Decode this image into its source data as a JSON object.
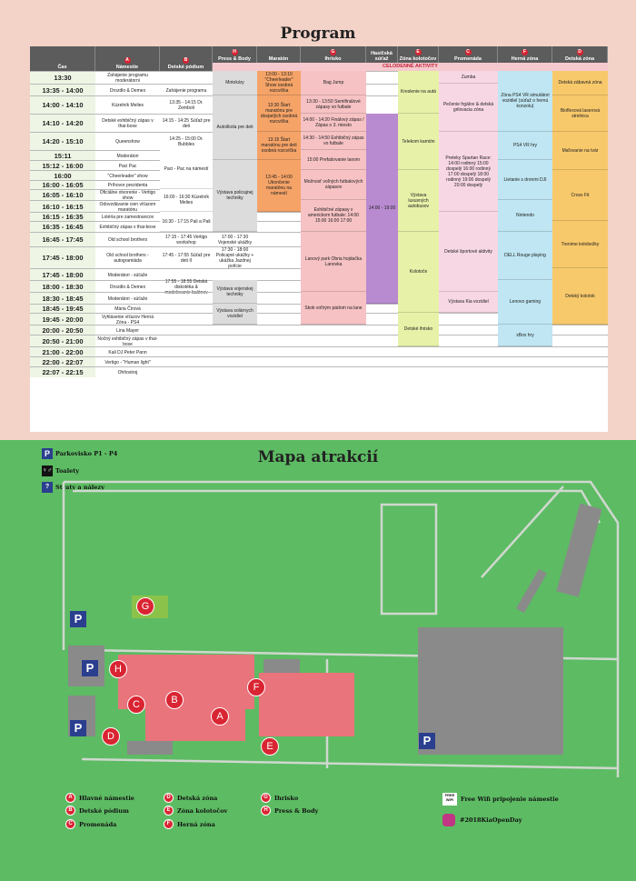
{
  "program_title": "Program",
  "map_title": "Mapa atrakcií",
  "band_label": "CELODENNÉ AKTIVITY",
  "columns": [
    {
      "label": "Čas",
      "letter": ""
    },
    {
      "label": "Námestie",
      "letter": "A"
    },
    {
      "label": "Detské pódium",
      "letter": "B"
    },
    {
      "label": "Press & Body",
      "letter": "H"
    },
    {
      "label": "Maratón",
      "letter": ""
    },
    {
      "label": "Ihrisko",
      "letter": "G"
    },
    {
      "label": "Hasičská súťaž",
      "letter": ""
    },
    {
      "label": "Zóna kolotočov",
      "letter": "E"
    },
    {
      "label": "Promenáda",
      "letter": "C"
    },
    {
      "label": "Herná zóna",
      "letter": "F"
    },
    {
      "label": "Detská zóna",
      "letter": "D"
    }
  ],
  "rows": [
    {
      "time": "13:30",
      "namestie": "Zahájenie programu moderátorni"
    },
    {
      "time": "13:35 - 14:00",
      "namestie": "Drozdlo & Demex",
      "podium": "Zahájenie programu"
    },
    {
      "time": "14:00 - 14:10",
      "namestie": "Kúzelník Melies",
      "podium": "13:35 - 14:15 Dr. Zemboli"
    },
    {
      "time": "14:10 - 14:20",
      "namestie": "Detské exhibičný zápas v thai-boxe",
      "podium": "14:15 - 14:25 Súťaž pre deti"
    },
    {
      "time": "14:20 - 15:10",
      "namestie": "Queenshow",
      "podium": "14:25 - 15:00 Dr. Bubbles"
    },
    {
      "time": "15:11",
      "namestie": "Moderátori"
    },
    {
      "time": "15:12 - 16:00",
      "namestie": "Paci Pac"
    },
    {
      "time": "16:00",
      "namestie": "\"Cheerleader\" show"
    },
    {
      "time": "16:00 - 16:05",
      "namestie": "Príhovor prezidenta"
    },
    {
      "time": "16:05 - 16:10",
      "namestie": "Oficiálne otvorenie - Vertigo show"
    },
    {
      "time": "16:10 - 16:15",
      "namestie": "Odovzdávanie cien víťazom maratónu"
    },
    {
      "time": "16:15 - 16:35",
      "namestie": "Lotéria pre zamestnancov"
    },
    {
      "time": "16:35 - 16:45",
      "namestie": "Exhibičný zápas v thai-boxe"
    },
    {
      "time": "16:45 - 17:45",
      "namestie": "Old school brothers",
      "podium": "17:15 - 17:45 Vertigo workshop",
      "press": "17:00 - 17:30 Vojenské ukážky"
    },
    {
      "time": "17:45 - 18:00",
      "namestie": "Old school brothers - autogramiáda",
      "podium": "17:45 - 17:55 Súťaž pre deti II",
      "press": "17:30 - 18:00 Policajné ukážky + ukážka Jazdnej polície"
    },
    {
      "time": "17:45 - 18:00",
      "namestie": "Moderátori - súťaže"
    },
    {
      "time": "18:00 - 18:30",
      "namestie": "Drozdlo & Demex",
      "podium": "17:55 - 18:55 Detská diskotéka & modelovanie balónov"
    },
    {
      "time": "18:30 - 18:45",
      "namestie": "Moderátori - súťaže"
    },
    {
      "time": "18:45 - 19:45",
      "namestie": "Mária Čírová"
    },
    {
      "time": "19:45 - 20:00",
      "namestie": "Vyhlásenie víťazov Herná Zóna - PS4"
    },
    {
      "time": "20:00 - 20:50",
      "namestie": "Lina Mayer"
    },
    {
      "time": "20:50 - 21:00",
      "namestie": "Nočný exhibičný zápas v thai-boxe"
    },
    {
      "time": "21:00 - 22:00",
      "namestie": "Kali DJ Peter Pann"
    },
    {
      "time": "22:00 - 22:07",
      "namestie": "Vertigo - \"Human light\""
    },
    {
      "time": "22:07 - 22:15",
      "namestie": "Ohňostroj"
    }
  ],
  "blocks": {
    "podium_pacipac": "Paci - Pac na námestí",
    "podium_kuzelnik": "16:00 - 16:30 Kúzelník Melies",
    "podium_palipali": "16:30 - 17:15 Pali a Pali",
    "press_motokary": "Motokáry",
    "press_autoskola": "Autoškola pre deti",
    "press_vystava_pol": "Výstava policajnej techniky",
    "press_vystava_voj": "Výstava vojenskej techniky",
    "press_vystava_sol": "Výstava solárnych vozidiel",
    "mar_1": "13:00 - 13:10 \"Cheerleader\" Show osobná rozcvička",
    "mar_2": "13:30 Štart maratónu pre dospelých osobná rozcvička",
    "mar_3": "13:15 Štart maratónu pre deti osobná rozcvička",
    "mar_4": "13:45 - 14:00 Ukončenie maratónu na námestí",
    "ih_1": "Bag Jump",
    "ih_2": "13:30 - 13:50 Semifinálové zápasy vo futbale",
    "ih_3": "14:00 - 14:20 Finálový zápas / Zápas o 3. miesto",
    "ih_4": "14:30 - 14:50 Exhibičný zápas vo futbale",
    "ih_5": "15:00 Prefašovanie lanom",
    "ih_6": "Možnosť voľných futbalových zápasov",
    "ih_7": "Exhibičné zápasy v americkom futbale: 14:00 15:00 16:00 17:00",
    "ih_8": "Lanový park Obria hojdačka Lanovka",
    "ih_9": "Skok voľným pádom na lane",
    "has_1": "14:00 - 19:00",
    "zk_1": "Kreslenie na autá",
    "zk_2": "Telekom kamión",
    "zk_3": "Výstava luxusných autobusov",
    "zk_4": "Kolotoče",
    "zk_5": "Detské ihrisko",
    "pr_1": "Zumba",
    "pr_2": "Pečenie frgálov & detská grilovacia zóna",
    "pr_3": "Preteky Spartan Race: 14:00 rodinný 15:00 dospelý 16:00 rodinný 17:00 dospelý 18:00 rodinný 19:00 dospelý 20:00 dospelý",
    "pr_4": "Detské športové aktivity",
    "pr_5": "Výstava Kia vozidiel",
    "hz_1": "Zóna PS4 VR simulátori vozidiel (súťaž o hernú konzolu)",
    "hz_2": "PS4 VR hry",
    "hz_3": "Lietanie s dronmi DJI",
    "hz_4": "Nintendo",
    "hz_5": "DELL Rouge playing",
    "hz_6": "Lenovo gaming",
    "hz_7": "xBox hry",
    "dz_1": "Detská zábavná zóna",
    "dz_2": "Bioflexová laserová strelnica",
    "dz_3": "Maľovanie na tvár",
    "dz_4": "Cross Fit",
    "dz_5": "Trenime kolobežky",
    "dz_6": "Detský kolotok"
  },
  "map_legend_top": {
    "parking": "Parkovisko P1 - P4",
    "toilets": "Toalety",
    "lost": "Straty a nálezy"
  },
  "map_markers": [
    "G",
    "H",
    "B",
    "C",
    "A",
    "F",
    "D",
    "E"
  ],
  "map_legend_bottom": [
    {
      "letter": "A",
      "label": "Hlavné námestie"
    },
    {
      "letter": "B",
      "label": "Detské pódium"
    },
    {
      "letter": "C",
      "label": "Promenáda"
    },
    {
      "letter": "D",
      "label": "Detská zóna"
    },
    {
      "letter": "E",
      "label": "Zóna kolotočov"
    },
    {
      "letter": "F",
      "label": "Herná zóna"
    },
    {
      "letter": "G",
      "label": "Ihrisko"
    },
    {
      "letter": "H",
      "label": "Press & Body"
    }
  ],
  "wifi_label": "Free Wifi pripojenie námestie",
  "wifi_badge": "FREE WIFI",
  "hashtag": "#2018KiaOpenDay",
  "parking_letter": "P",
  "colors": {
    "header": "#5c5c5c",
    "accent_red": "#d92432",
    "press": "#dcdcdc",
    "maraton": "#f5a367",
    "ihrisko": "#f6c2c4",
    "hasicska": "#b88ad0",
    "zona_kolotocov": "#e8f1a8",
    "promenada": "#f8d7e4",
    "herna_zona": "#bfe6f2",
    "detska_zona": "#f8c96b",
    "map_bg": "#5dbb63",
    "building_red": "#e9747c",
    "building_gray": "#8a8a8a"
  }
}
